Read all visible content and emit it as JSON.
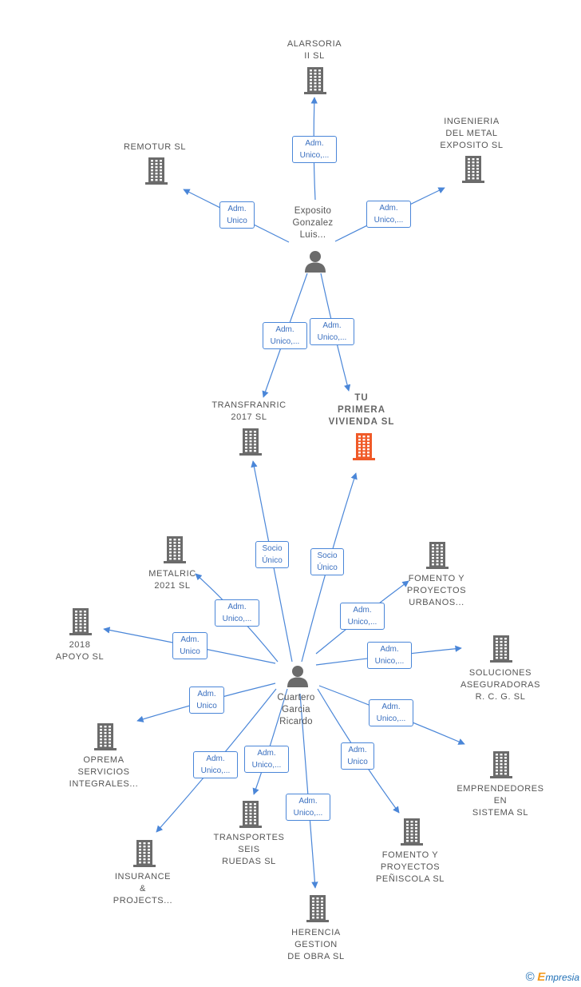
{
  "persons": [
    {
      "id": "exposito",
      "label": "Exposito\nGonzalez\nLuis..."
    },
    {
      "id": "cuartero",
      "label": "Cuartero\nGarcia\nRicardo"
    }
  ],
  "companies": [
    {
      "id": "alarsoria",
      "label": "ALARSORIA\nII  SL"
    },
    {
      "id": "remotur",
      "label": "REMOTUR  SL"
    },
    {
      "id": "ingenieria",
      "label": "INGENIERIA\nDEL METAL\nEXPOSITO  SL"
    },
    {
      "id": "transfranric",
      "label": "TRANSFRANRIC\n2017  SL"
    },
    {
      "id": "tuprimera",
      "label": "TU\nPRIMERA\nVIVIENDA  SL",
      "highlight": true
    },
    {
      "id": "metalric",
      "label": "METALRIC\n2021  SL"
    },
    {
      "id": "apoyo",
      "label": "2018\nAPOYO  SL"
    },
    {
      "id": "fomento_urb",
      "label": "FOMENTO Y\nPROYECTOS\nURBANOS..."
    },
    {
      "id": "soluciones",
      "label": "SOLUCIONES\nASEGURADORAS\nR.  C.  G.  SL"
    },
    {
      "id": "oprema",
      "label": "OPREMA\nSERVICIOS\nINTEGRALES..."
    },
    {
      "id": "emprendedores",
      "label": "EMPRENDEDORES\nEN\nSISTEMA  SL"
    },
    {
      "id": "insurance",
      "label": "INSURANCE\n&\nPROJECTS..."
    },
    {
      "id": "transportes",
      "label": "TRANSPORTES\nSEIS\nRUEDAS  SL"
    },
    {
      "id": "fomento_pen",
      "label": "FOMENTO Y\nPROYECTOS\nPEÑISCOLA  SL"
    },
    {
      "id": "herencia",
      "label": "HERENCIA\nGESTION\nDE OBRA  SL"
    }
  ],
  "relations": [
    {
      "from": "exposito",
      "to": "alarsoria",
      "label": "Adm.\nUnico,..."
    },
    {
      "from": "exposito",
      "to": "remotur",
      "label": "Adm.\nUnico"
    },
    {
      "from": "exposito",
      "to": "ingenieria",
      "label": "Adm.\nUnico,..."
    },
    {
      "from": "exposito",
      "to": "transfranric",
      "label": "Adm.\nUnico,..."
    },
    {
      "from": "exposito",
      "to": "tuprimera",
      "label": "Adm.\nUnico,..."
    },
    {
      "from": "cuartero",
      "to": "transfranric",
      "label": "Socio\nÚnico"
    },
    {
      "from": "cuartero",
      "to": "tuprimera",
      "label": "Socio\nÚnico"
    },
    {
      "from": "cuartero",
      "to": "metalric",
      "label": "Adm.\nUnico,..."
    },
    {
      "from": "cuartero",
      "to": "apoyo",
      "label": "Adm.\nUnico"
    },
    {
      "from": "cuartero",
      "to": "fomento_urb",
      "label": "Adm.\nUnico,..."
    },
    {
      "from": "cuartero",
      "to": "soluciones",
      "label": "Adm.\nUnico,..."
    },
    {
      "from": "cuartero",
      "to": "oprema",
      "label": "Adm.\nUnico"
    },
    {
      "from": "cuartero",
      "to": "emprendedores",
      "label": "Adm.\nUnico,..."
    },
    {
      "from": "cuartero",
      "to": "insurance",
      "label": "Adm.\nUnico,..."
    },
    {
      "from": "cuartero",
      "to": "transportes",
      "label": "Adm.\nUnico,..."
    },
    {
      "from": "cuartero",
      "to": "fomento_pen",
      "label": "Adm.\nUnico"
    },
    {
      "from": "cuartero",
      "to": "herencia",
      "label": "Adm.\nUnico,..."
    }
  ],
  "colors": {
    "edge": "#4a86d8",
    "building": "#6b6b6b",
    "highlight": "#f05a28",
    "person": "#6b6b6b"
  },
  "footer": {
    "copyright": "©",
    "brand_first": "E",
    "brand_rest": "mpresia"
  }
}
